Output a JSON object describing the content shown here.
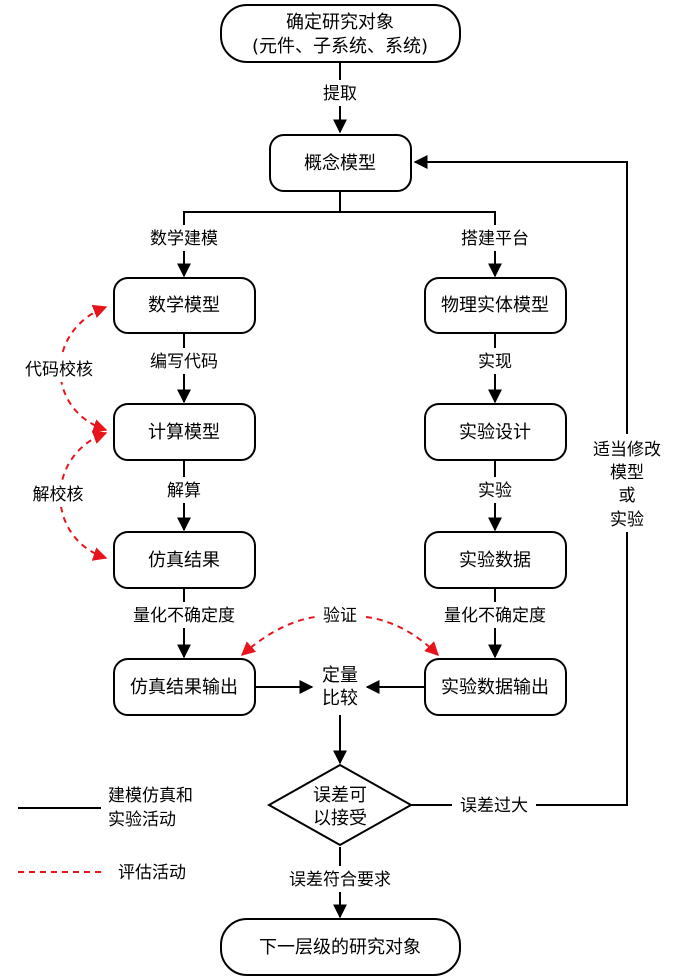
{
  "nodes": {
    "research_object_line1": "确定研究对象",
    "research_object_line2": "(元件、子系统、系统)",
    "concept_model": "概念模型",
    "math_model": "数学模型",
    "physical_model": "物理实体模型",
    "computation_model": "计算模型",
    "experiment_design": "实验设计",
    "simulation_result": "仿真结果",
    "experiment_data": "实验数据",
    "simulation_output": "仿真结果输出",
    "experiment_output": "实验数据输出",
    "decision_line1": "误差可",
    "decision_line2": "以接受",
    "next_level": "下一层级的研究对象"
  },
  "edges": {
    "extract": "提取",
    "math_modeling": "数学建模",
    "build_platform": "搭建平台",
    "write_code": "编写代码",
    "implement": "实现",
    "solve": "解算",
    "experiment": "实验",
    "quantify_left": "量化不确定度",
    "quantify_right": "量化不确定度",
    "compare_line1": "定量",
    "compare_line2": "比较",
    "error_too_large": "误差过大",
    "error_ok": "误差符合要求",
    "modify_line1": "适当修改",
    "modify_line2": "模型",
    "modify_line3": "或",
    "modify_line4": "实验"
  },
  "assessment": {
    "code_verification": "代码校核",
    "solution_verification": "解校核",
    "validation": "验证"
  },
  "legend": {
    "solid_line1": "建模仿真和",
    "solid_line2": "实验活动",
    "dashed": "评估活动"
  },
  "colors": {
    "line": "#000000",
    "assessment": "#e8141c",
    "background": "#ffffff"
  }
}
